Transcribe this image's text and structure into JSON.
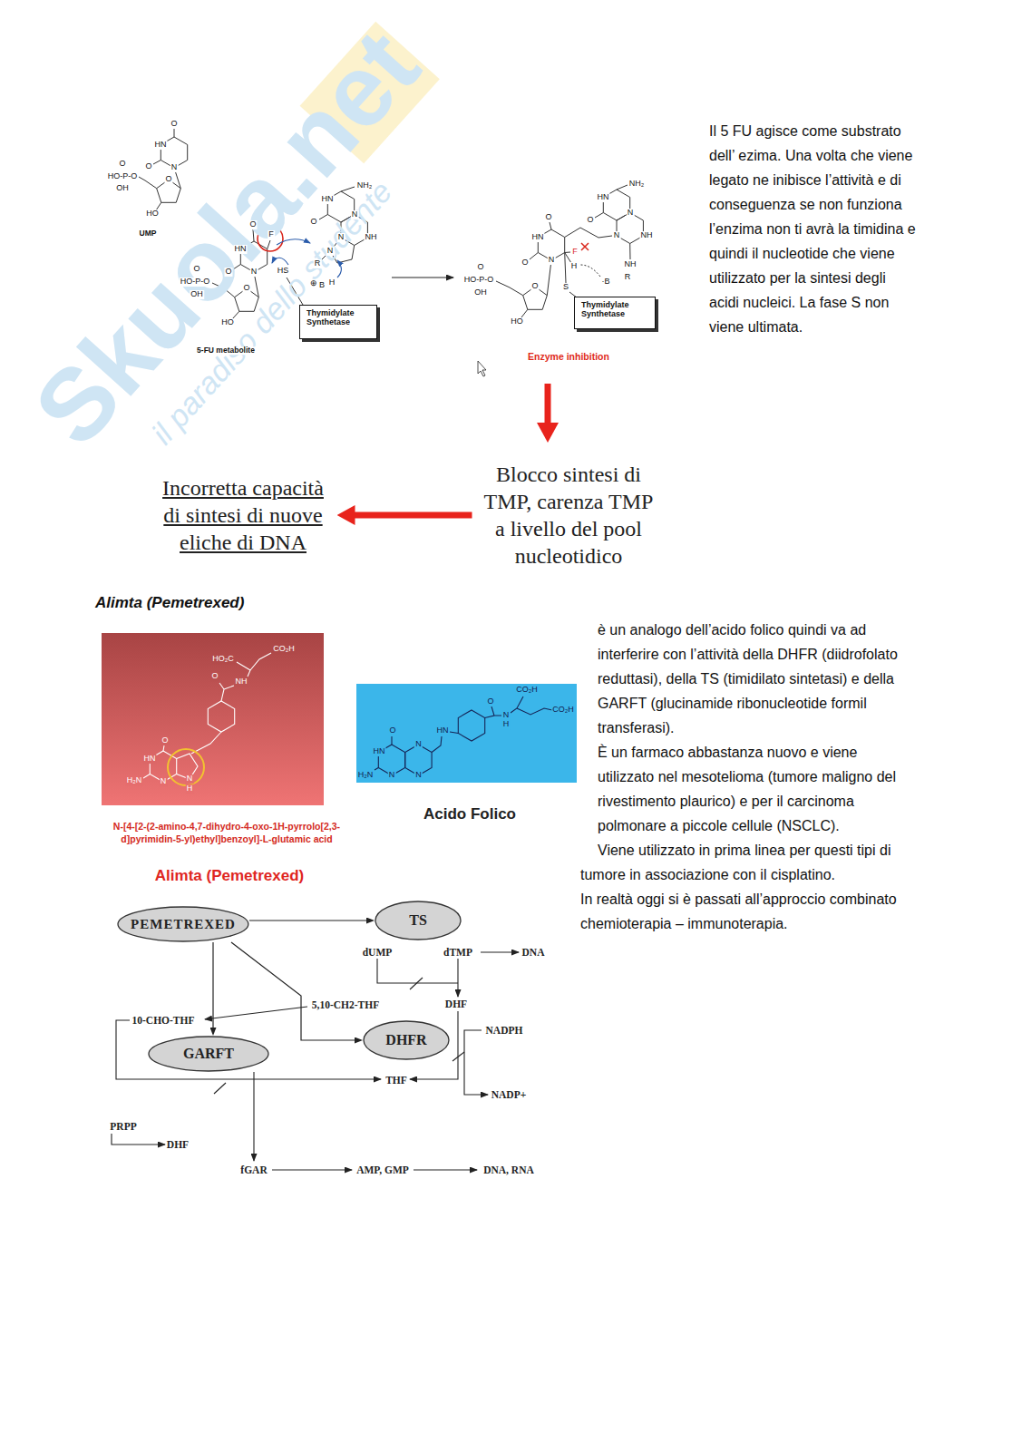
{
  "diagram": {
    "nodes": [
      {
        "text": [
          "Thymidylate Synthetase"
        ]
      },
      {
        "text": [
          "Thymidylate Synthetase"
        ]
      },
      {
        "text": [
          "Blocco sintesi di TMP, carenza TMP a livello del pool nucleotidico"
        ]
      },
      {
        "text": [
          "Incorretta capacità di sintesi di nuove eliche di DNA"
        ]
      },
      {
        "text": [
          "HO₂C",
          "CO₂H",
          "O",
          "NH",
          "O",
          "HN",
          "H₂N",
          "N",
          "N",
          "H"
        ]
      },
      {
        "text": [
          "CO₂H",
          "CO₂H",
          "O",
          "N",
          "H",
          "HN",
          "O",
          "HN",
          "H₂N",
          "N",
          "N",
          "N"
        ]
      },
      {
        "text": [
          "PEMETREXED"
        ]
      },
      {
        "text": [
          "TS"
        ]
      },
      {
        "text": [
          "GARFT"
        ]
      },
      {
        "text": [
          "DHFR"
        ]
      }
    ],
    "edges": [
      {
        "from": 2,
        "to": 3,
        "arrow": "to"
      },
      {
        "from": 6,
        "to": 7,
        "arrow": "to"
      },
      {
        "from": 6,
        "to": 8,
        "arrow": "to"
      },
      {
        "from": 6,
        "to": 9,
        "arrow": "to"
      }
    ],
    "labels": [
      "Skuola.net",
      "il paradiso dello studente",
      "O",
      "HN",
      "N",
      "O",
      "O",
      "HO-P-O",
      "O",
      "OH",
      "HO",
      "UMP",
      "O",
      "HN",
      "F",
      "N",
      "O",
      "O",
      "HO-P-O",
      "O",
      "OH",
      "HO",
      "5-FU metabolite",
      "HN",
      "NH₂",
      "O",
      "N",
      "NH",
      "N",
      "N",
      "R",
      "HS",
      "⊕",
      "B",
      "H",
      "O",
      "HN",
      "O",
      "N",
      "F",
      "H",
      "O",
      "HO-P-O",
      "O",
      "OH",
      "HO",
      "S",
      "HN",
      "NH₂",
      "O",
      "N",
      "NH",
      "N",
      "NH",
      "R",
      "·B",
      "Enzyme inhibition",
      "Il 5 FU agisce come substrato dell’ ezima. Una volta che viene legato ne inibisce l’attività e di conseguenza se non funziona l’enzima non ti avrà la timidina e quindi il nucleotide che viene utilizzato per la sintesi degli acidi nucleici. La fase S non viene ultimata.",
      "Alimta (Pemetrexed)",
      "N-[4-[2-(2-amino-4,7-dihydro-4-oxo-1H-pyrrolo[2,3-d]pyrimidin-5-yl)ethyl]benzoyl]-L-glutamic acid",
      "Alimta (Pemetrexed)",
      "Acido Folico",
      "è un analogo dell’acido folico quindi va ad interferire con l’attività della DHFR (diidrofolato reduttasi), della TS (timidilato sintetasi) e della GARFT (glucinamide ribonucleotide formil transferasi).",
      "È un farmaco abbastanza nuovo e viene utilizzato nel mesotelioma (tumore maligno del rivestimento plaurico) e per il carcinoma polmonare a piccole cellule (NSCLC).",
      "Viene utilizzato in prima linea per questi tipi di tumore in associazione con il cisplatino.",
      "In realtà oggi si è passati all’approccio combinato chemioterapia – immunoterapia.",
      "dUMP",
      "dTMP",
      "DNA",
      "5,10-CH2-THF",
      "DHF",
      "10-CHO-THF",
      "NADPH",
      "THF",
      "NADP+",
      "PRPP",
      "DHF",
      "fGAR",
      "AMP, GMP",
      "DNA, RNA"
    ]
  }
}
